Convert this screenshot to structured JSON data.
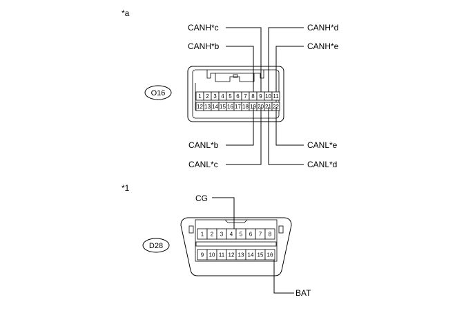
{
  "section_a": {
    "marker": "*a",
    "connector_id": "O16",
    "pins_row1": [
      "1",
      "2",
      "3",
      "4",
      "5",
      "6",
      "7",
      "8",
      "9",
      "10",
      "11"
    ],
    "pins_row2": [
      "12",
      "13",
      "14",
      "15",
      "16",
      "17",
      "18",
      "19",
      "20",
      "21",
      "22"
    ],
    "labels": {
      "canh_c": "CANH*c",
      "canh_b": "CANH*b",
      "canh_d": "CANH*d",
      "canh_e": "CANH*e",
      "canl_b": "CANL*b",
      "canl_c": "CANL*c",
      "canl_e": "CANL*e",
      "canl_d": "CANL*d"
    }
  },
  "section_1": {
    "marker": "*1",
    "connector_id": "D28",
    "pins_row1": [
      "1",
      "2",
      "3",
      "4",
      "5",
      "6",
      "7",
      "8"
    ],
    "pins_row2": [
      "9",
      "10",
      "11",
      "12",
      "13",
      "14",
      "15",
      "16"
    ],
    "labels": {
      "cg": "CG",
      "bat": "BAT"
    }
  }
}
